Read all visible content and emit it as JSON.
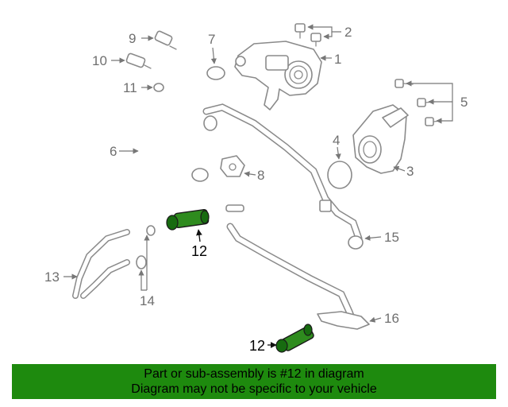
{
  "callouts": [
    "1",
    "2",
    "3",
    "4",
    "5",
    "6",
    "7",
    "8",
    "9",
    "10",
    "11",
    "12",
    "13",
    "14",
    "15",
    "16"
  ],
  "highlighted_part": "12",
  "banner": {
    "line1": "Part or sub-assembly is #12 in diagram",
    "line2": "Diagram may not be specific to your vehicle"
  },
  "colors": {
    "banner": "#1e8a0e",
    "highlight": "#2e8b1e",
    "line_art": "#8a8a8a"
  }
}
